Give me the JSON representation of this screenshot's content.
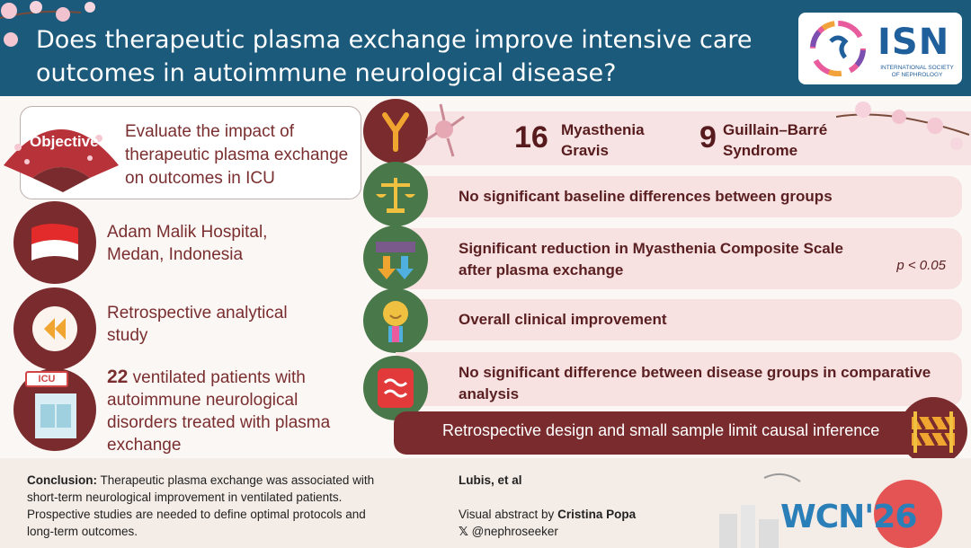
{
  "header": {
    "title": "Does therapeutic plasma exchange improve intensive care outcomes in autoimmune neurological disease?",
    "logo": {
      "text": "ISN",
      "subtitle": "INTERNATIONAL SOCIETY OF NEPHROLOGY"
    }
  },
  "objective": {
    "label": "Objective",
    "text": "Evaluate the impact of therapeutic plasma exchange on outcomes in ICU"
  },
  "location": {
    "line1": "Adam Malik Hospital,",
    "line2": "Medan, Indonesia"
  },
  "design": {
    "line1": "Retrospective analytical",
    "line2": "study"
  },
  "patients": {
    "count": "22",
    "text": "ventilated patients with autoimmune neurological disorders treated with plasma exchange",
    "icu_sign": "ICU"
  },
  "groups": [
    {
      "count": "16",
      "label_line1": "Myasthenia",
      "label_line2": "Gravis"
    },
    {
      "count": "9",
      "label_line1": "Guillain–Barré",
      "label_line2": "Syndrome"
    }
  ],
  "findings": [
    {
      "text": "No significant baseline differences between groups",
      "icon": "scales-icon"
    },
    {
      "text_line1": "Significant reduction in Myasthenia Composite Scale",
      "text_line2": "after plasma exchange",
      "pvalue": "p < 0.05",
      "icon": "up-down-arrows-icon"
    },
    {
      "text": "Overall clinical improvement",
      "icon": "medal-icon"
    },
    {
      "text_line1": "No significant difference between disease groups in comparative",
      "text_line2": "analysis",
      "icon": "approx-equal-icon"
    }
  ],
  "limitation": "Retrospective design and small sample limit causal inference",
  "footer": {
    "conclusion_label": "Conclusion:",
    "conclusion_text": "Therapeutic plasma exchange was associated with short-term neurological improvement in ventilated patients. Prospective studies are needed to define optimal protocols and long-term outcomes.",
    "authors": "Lubis, et al",
    "visual_abstract_by": "Visual abstract by",
    "visual_abstract_author": "Cristina Popa",
    "handle": "@nephroseeker",
    "conference": "WCN'26"
  },
  "colors": {
    "header_bg": "#1c5a7c",
    "maroon": "#7a2b2d",
    "green": "#49784a",
    "pink_band": "#f7e1e1"
  }
}
